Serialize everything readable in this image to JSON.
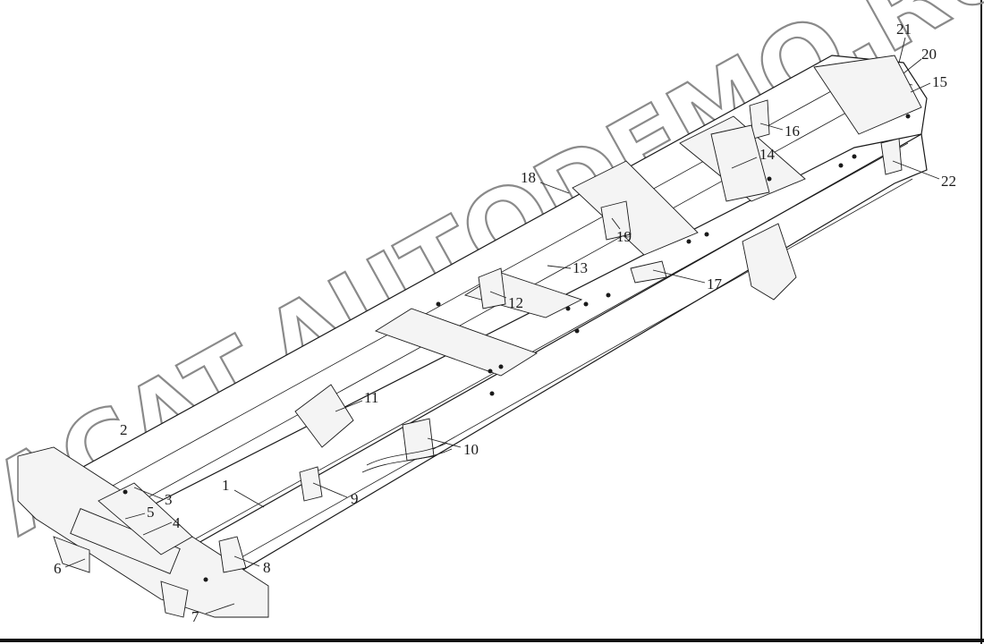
{
  "figure": {
    "callouts": [
      {
        "id": "c1",
        "label": "1"
      },
      {
        "id": "c2",
        "label": "2"
      },
      {
        "id": "c3",
        "label": "3"
      },
      {
        "id": "c4",
        "label": "4"
      },
      {
        "id": "c5",
        "label": "5"
      },
      {
        "id": "c6",
        "label": "6"
      },
      {
        "id": "c7",
        "label": "7"
      },
      {
        "id": "c8",
        "label": "8"
      },
      {
        "id": "c9",
        "label": "9"
      },
      {
        "id": "c10",
        "label": "10"
      },
      {
        "id": "c11",
        "label": "11"
      },
      {
        "id": "c12",
        "label": "12"
      },
      {
        "id": "c13",
        "label": "13"
      },
      {
        "id": "c14",
        "label": "14"
      },
      {
        "id": "c15",
        "label": "15"
      },
      {
        "id": "c16",
        "label": "16"
      },
      {
        "id": "c17",
        "label": "17"
      },
      {
        "id": "c18",
        "label": "18"
      },
      {
        "id": "c19",
        "label": "19"
      },
      {
        "id": "c20",
        "label": "20"
      },
      {
        "id": "c21",
        "label": "21"
      },
      {
        "id": "c22",
        "label": "22"
      }
    ]
  },
  "watermark": {
    "text": "ACAT.AUTODEMO.RU"
  }
}
